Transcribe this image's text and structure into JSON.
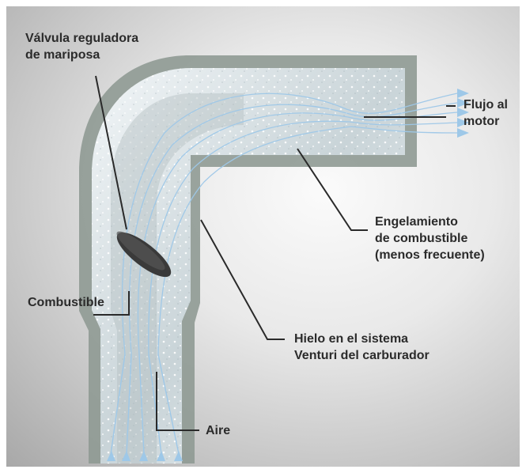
{
  "labels": {
    "throttle_valve": "Válvula reguladora\nde mariposa",
    "flow_to_engine": "Flujo al\nmotor",
    "fuel_icing": "Engelamiento\nde combustible\n(menos frecuente)",
    "fuel": "Combustible",
    "venturi_ice": "Hielo en el sistema\nVenturi del carburador",
    "air": "Aire"
  },
  "colors": {
    "background_center": "#f5f5f5",
    "background_edge": "#a8a8a8",
    "pipe_wall": "#8f9a93",
    "ice": "#e4ecef",
    "flow_lines": "#9ec8e8",
    "leader_lines": "#2a2a2a",
    "valve": "#3a3a3a"
  }
}
